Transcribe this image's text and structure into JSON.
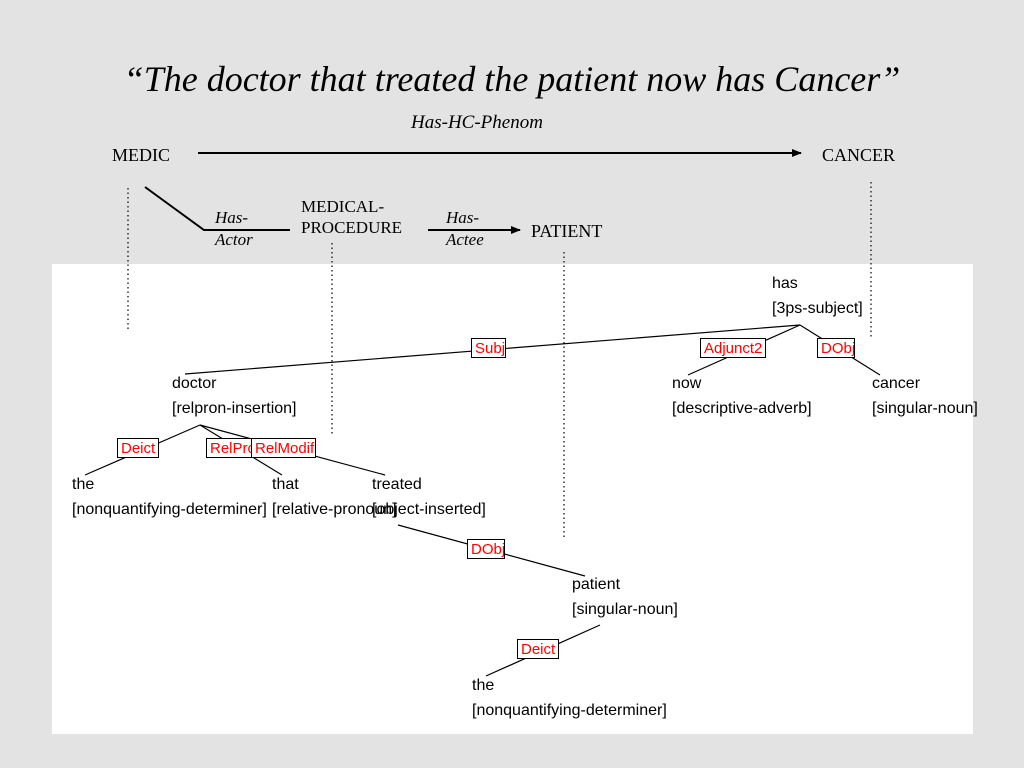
{
  "title": "“The doctor that treated the patient now has Cancer”",
  "concept_graph": {
    "concepts": {
      "medic": "MEDIC",
      "cancer": "CANCER",
      "medical_procedure_line1": "MEDICAL-",
      "medical_procedure_line2": "PROCEDURE",
      "patient": "PATIENT"
    },
    "relations": {
      "has_hc_phenom": "Has-HC-Phenom",
      "has_actor_line1": "Has-",
      "has_actor_line2": "Actor",
      "has_actee_line1": "Has-",
      "has_actee_line2": "Actee"
    }
  },
  "parse_tree": {
    "nodes": {
      "has": {
        "word": "has",
        "feature": "[3ps-subject]"
      },
      "doctor": {
        "word": "doctor",
        "feature": "[relpron-insertion]"
      },
      "now": {
        "word": "now",
        "feature": "[descriptive-adverb]"
      },
      "cancer": {
        "word": "cancer",
        "feature": "[singular-noun]"
      },
      "the1": {
        "word": "the",
        "feature": "[nonquantifying-determiner]"
      },
      "that": {
        "word": "that",
        "feature": "[relative-pronoun]"
      },
      "treated": {
        "word": "treated",
        "feature": "[object-inserted]"
      },
      "patient": {
        "word": "patient",
        "feature": "[singular-noun]"
      },
      "the2": {
        "word": "the",
        "feature": "[nonquantifying-determiner]"
      }
    },
    "edge_labels": {
      "subj": "Subj",
      "adjunct2": "Adjunct2",
      "dobj1": "DObj",
      "deict1": "Deict",
      "relpro": "RelPro",
      "relmodif": "RelModif",
      "dobj2": "DObj",
      "deict2": "Deict"
    }
  },
  "colors": {
    "background": "#e3e3e3",
    "panel": "#ffffff",
    "edge_label_text": "#ff0000"
  }
}
